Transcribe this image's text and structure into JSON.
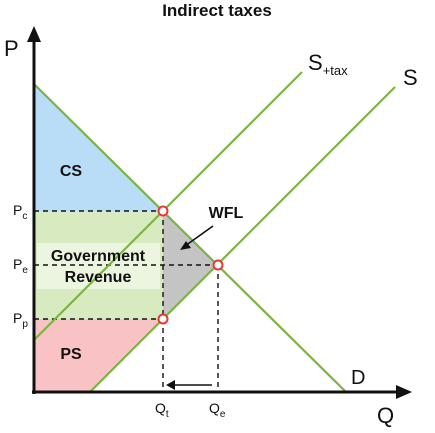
{
  "title": "Indirect taxes",
  "axes": {
    "y_label": "P",
    "x_label": "Q"
  },
  "curves": {
    "supply_tax": {
      "main": "S",
      "sub": "+tax"
    },
    "supply": "S",
    "demand": "D"
  },
  "price_labels": {
    "pc": {
      "main": "P",
      "sub": "c"
    },
    "pe": {
      "main": "P",
      "sub": "e"
    },
    "pp": {
      "main": "P",
      "sub": "p"
    }
  },
  "quantity_labels": {
    "qt": {
      "main": "Q",
      "sub": "t"
    },
    "qe": {
      "main": "Q",
      "sub": "e"
    }
  },
  "regions": {
    "cs": "CS",
    "government_revenue_line1": "Government",
    "government_revenue_line2": "Revenue",
    "ps": "PS",
    "wfl": "WFL"
  },
  "colors": {
    "cs_fill": "#b9dcf7",
    "gov_fill": "#d8eac0",
    "ps_fill": "#f9c2c4",
    "wfl_fill": "#c4c4c4",
    "curve": "#7cb342",
    "marker": "#e53935",
    "axis": "#111111"
  }
}
